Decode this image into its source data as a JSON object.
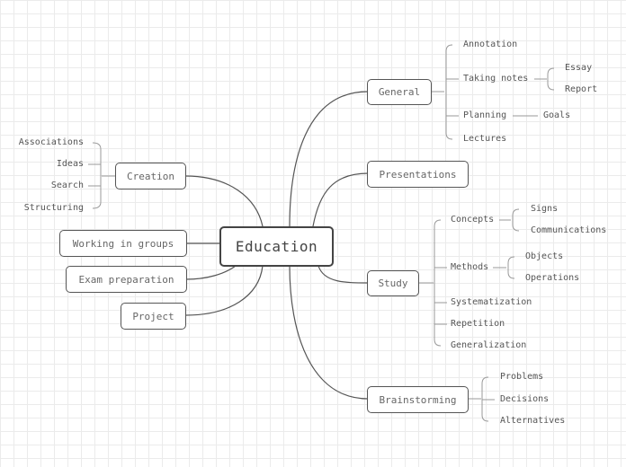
{
  "central": "Education",
  "right_topics": {
    "general": {
      "label": "General",
      "children": {
        "annotation": "Annotation",
        "taking_notes": "Taking notes",
        "essay": "Essay",
        "report": "Report",
        "planning": "Planning",
        "goals": "Goals",
        "lectures": "Lectures"
      }
    },
    "presentations": {
      "label": "Presentations"
    },
    "study": {
      "label": "Study",
      "children": {
        "concepts": "Concepts",
        "signs": "Signs",
        "communications": "Communications",
        "methods": "Methods",
        "objects": "Objects",
        "operations": "Operations",
        "systematization": "Systematization",
        "repetition": "Repetition",
        "generalization": "Generalization"
      }
    },
    "brainstorming": {
      "label": "Brainstorming",
      "children": {
        "problems": "Problems",
        "decisions": "Decisions",
        "alternatives": "Alternatives"
      }
    }
  },
  "left_topics": {
    "creation": {
      "label": "Creation",
      "children": {
        "associations": "Associations",
        "ideas": "Ideas",
        "search": "Search",
        "structuring": "Structuring"
      }
    },
    "working_in_groups": {
      "label": "Working in groups"
    },
    "exam_preparation": {
      "label": "Exam preparation"
    },
    "project": {
      "label": "Project"
    }
  }
}
